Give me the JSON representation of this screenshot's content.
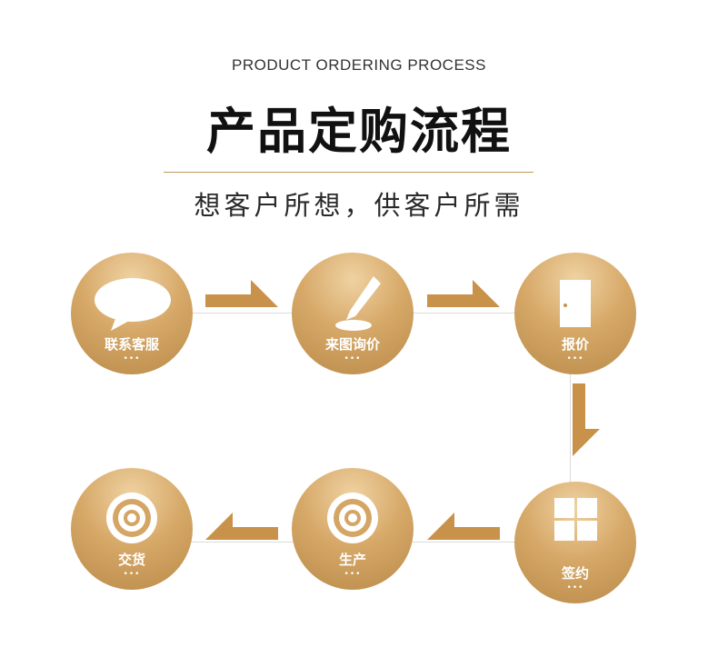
{
  "header": {
    "subtitle_en": "PRODUCT ORDERING PROCESS",
    "title": "产品定购流程",
    "slogan": "想客户所想，供客户所需"
  },
  "steps": [
    {
      "label": "联系客服",
      "icon": "speech-bubble-icon"
    },
    {
      "label": "来图询价",
      "icon": "pen-writing-icon"
    },
    {
      "label": "报价",
      "icon": "door-icon"
    },
    {
      "label": "签约",
      "icon": "window-grid-icon"
    },
    {
      "label": "生产",
      "icon": "target-icon"
    },
    {
      "label": "交货",
      "icon": "target-icon"
    }
  ],
  "dots": "•••",
  "colors": {
    "accent": "#d7a969",
    "arrow": "#c9924a",
    "divider": "#c49a5a"
  }
}
